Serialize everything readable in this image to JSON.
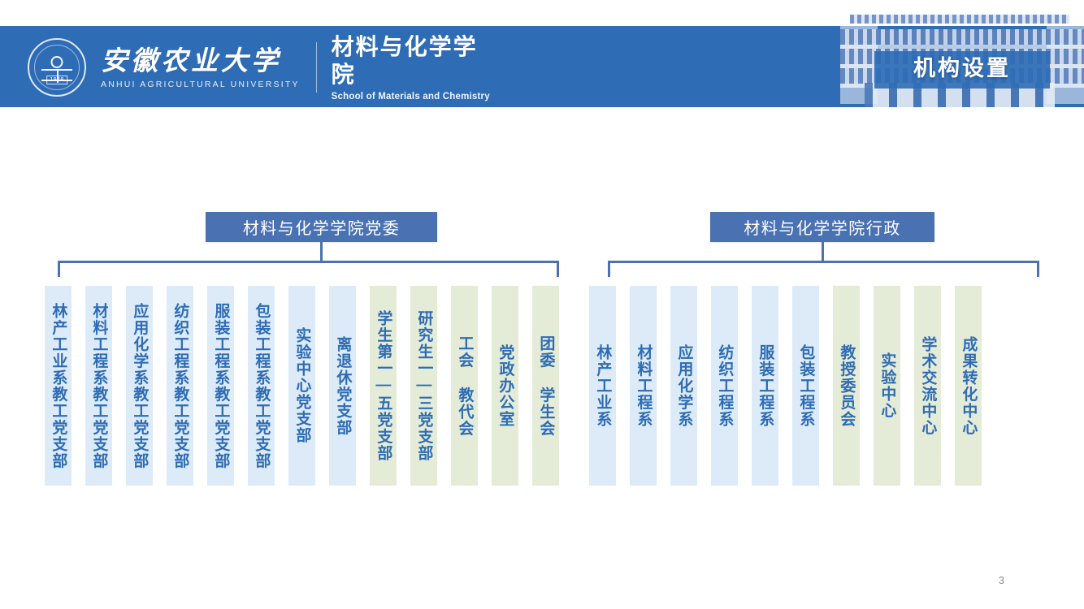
{
  "header": {
    "title": "机构设置",
    "university_cn": "安徽农业大学",
    "university_en": "ANHUI AGRICULTURAL UNIVERSITY",
    "school_cn": "材料与化学学院",
    "school_en": "School of Materials and Chemistry",
    "emblem_year": "1928",
    "bar_color": "#2e6cb5"
  },
  "org_chart": {
    "type": "tree",
    "colors": {
      "root_box": "#4a72b2",
      "connector": "#4a72b2",
      "branch_blue": "#dcebf7",
      "branch_green": "#e4ecd8",
      "label_text": "#2e6cb5"
    },
    "branches": [
      {
        "id": "party",
        "root_label": "材料与化学学院党委",
        "nodes": [
          {
            "label": "林产工业系教工党支部",
            "color": "blue"
          },
          {
            "label": "材料工程系教工党支部",
            "color": "blue"
          },
          {
            "label": "应用化学系教工党支部",
            "color": "blue"
          },
          {
            "label": "纺织工程系教工党支部",
            "color": "blue"
          },
          {
            "label": "服装工程系教工党支部",
            "color": "blue"
          },
          {
            "label": "包装工程系教工党支部",
            "color": "blue"
          },
          {
            "label": "实验中心党支部",
            "color": "blue"
          },
          {
            "label": "离退休党支部",
            "color": "blue"
          },
          {
            "label": "学生第一—五党支部",
            "color": "green"
          },
          {
            "label": "研究生一—三党支部",
            "color": "green"
          },
          {
            "label": "工会 教代会",
            "color": "green"
          },
          {
            "label": "党政办公室",
            "color": "green"
          },
          {
            "label": "团委 学生会",
            "color": "green"
          }
        ]
      },
      {
        "id": "administration",
        "root_label": "材料与化学学院行政",
        "nodes": [
          {
            "label": "林产工业系",
            "color": "blue"
          },
          {
            "label": "材料工程系",
            "color": "blue"
          },
          {
            "label": "应用化学系",
            "color": "blue"
          },
          {
            "label": "纺织工程系",
            "color": "blue"
          },
          {
            "label": "服装工程系",
            "color": "blue"
          },
          {
            "label": "包装工程系",
            "color": "blue"
          },
          {
            "label": "教授委员会",
            "color": "green"
          },
          {
            "label": "实验中心",
            "color": "green"
          },
          {
            "label": "学术交流中心",
            "color": "green"
          },
          {
            "label": "成果转化中心",
            "color": "green"
          }
        ]
      }
    ]
  },
  "footer": {
    "page_number": "3"
  }
}
